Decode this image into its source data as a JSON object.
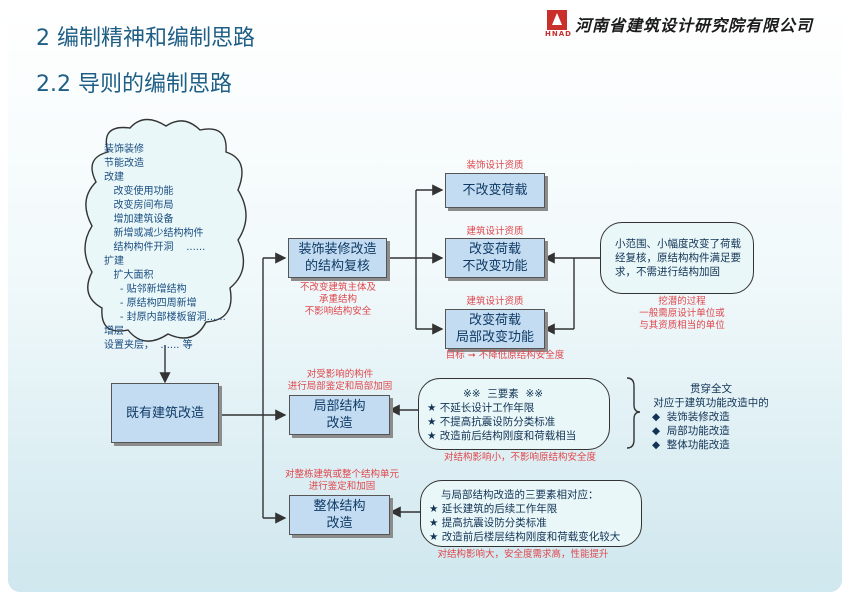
{
  "header": {
    "heading1": "2  编制精神和编制思路",
    "heading2": "2.2   导则的编制思路",
    "logo_text": "河南省建筑设计研究院有限公司",
    "logo_sub": "HNAD"
  },
  "cloud_lines": [
    "装饰装修",
    "节能改造",
    "改建",
    "   改变使用功能",
    "   改变房间布局",
    "   增加建筑设备",
    "   新增或减少结构构件",
    "   结构构件开洞    ......",
    "扩建",
    "   扩大面积",
    "     - 贴邻新增结构",
    "     - 原结构四周新增",
    "     - 封原内部楼板留洞......",
    "增层",
    "设置夹层，  ...... 等"
  ],
  "boxes": {
    "existing": "既有建筑改造",
    "decor": "装饰装修改造\n的结构复核",
    "no_load": "不改变荷载",
    "load_func": "改变荷载\n不改变功能",
    "load_partial": "改变荷载\n局部改变功能",
    "local": "局部结构\n改造",
    "whole": "整体结构\n改造"
  },
  "notes": {
    "decor_q": "装饰设计资质",
    "arch_q1": "建筑设计资质",
    "arch_q2": "建筑设计资质",
    "decor_conditions": "不改变建筑主体及\n承重结构\n不影响结构安全",
    "goal": "目标 ➞ 不降低原结构安全度",
    "potential": "挖潜的过程\n一般需原设计单位或\n与其资质相当的单位",
    "local_top": "对受影响的构件\n进行局部鉴定和局部加固",
    "local_bottom": "对结构影响小，不影响原结构安全度",
    "whole_top": "对整栋建筑或整个结构单元\n进行鉴定和加固",
    "whole_bottom": "对结构影响大，安全度需求高，性能提升"
  },
  "small_change": [
    "小范围、小幅度改变了荷载",
    "经复核，原结构构件满足要",
    "求，不需进行结构加固"
  ],
  "three_elements": {
    "title": "※※  三要素  ※※",
    "items": [
      "★ 不延长设计工作年限",
      "★ 不提高抗震设防分类标准",
      "★ 改造前后结构刚度和荷载相当"
    ]
  },
  "whole_elements": {
    "title": "与局部结构改造的三要素相对应：",
    "items": [
      "★ 延长建筑的后续工作年限",
      "★ 提高抗震设防分类标准",
      "★ 改造前后楼层结构刚度和荷载变化较大"
    ]
  },
  "through": {
    "lines": [
      "贯穿全文",
      "对应于建筑功能改造中的"
    ],
    "items": [
      "◆  装饰装修改造",
      "◆  局部功能改造",
      "◆  整体功能改造"
    ]
  }
}
